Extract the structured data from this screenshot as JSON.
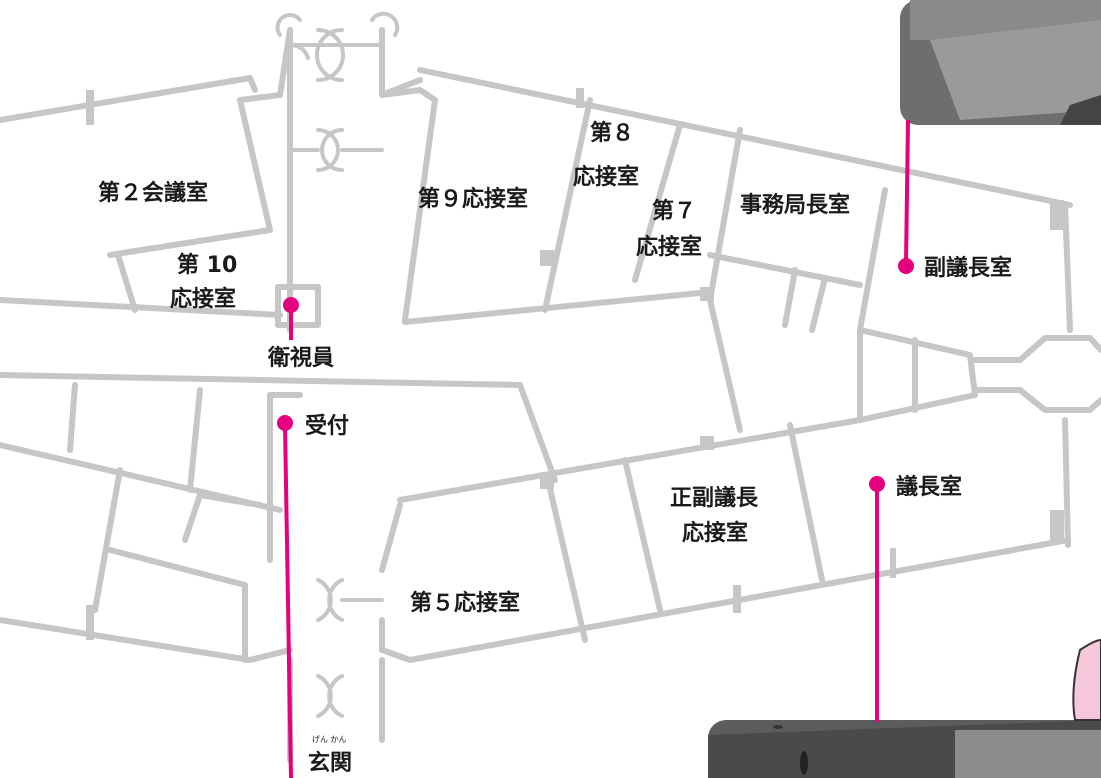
{
  "rooms": {
    "conf2": "第２会議室",
    "rec10_line1": "第 10",
    "rec10_line2": "応接室",
    "guard": "衛視員",
    "rec9": "第９応接室",
    "rec8_line1": "第８",
    "rec8_line2": "応接室",
    "rec7_line1": "第７",
    "rec7_line2": "応接室",
    "secgen": "事務局長室",
    "vicechair": "副議長室",
    "reception": "受付",
    "chair_rec_line1": "正副議長",
    "chair_rec_line2": "応接室",
    "chair": "議長室",
    "rec5": "第５応接室",
    "entrance": "玄関",
    "entrance_ruby": "げん かん"
  },
  "colors": {
    "wall": "#c6c6c6",
    "marker": "#e4007f",
    "text": "#1a1a1a"
  }
}
